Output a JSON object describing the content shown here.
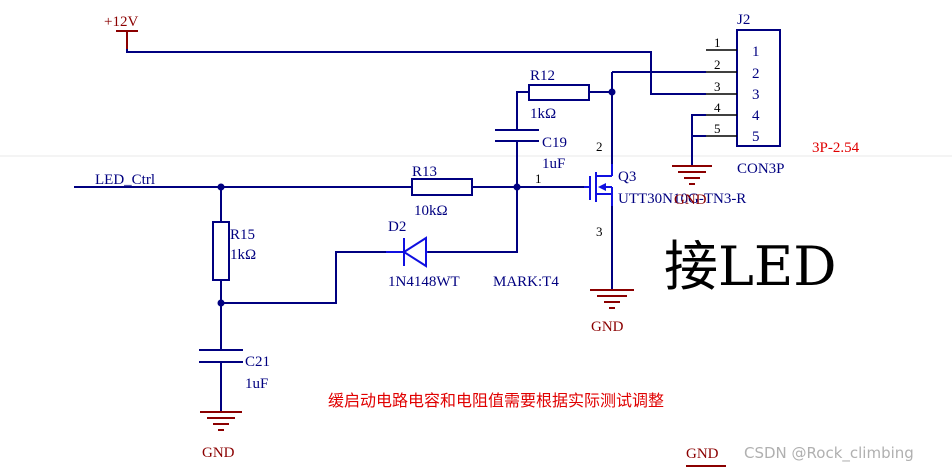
{
  "power": {
    "vcc": "+12V",
    "gnd": "GND"
  },
  "net_labels": {
    "led_ctrl": "LED_Ctrl"
  },
  "components": {
    "r12": {
      "ref": "R12",
      "value": "1kΩ"
    },
    "r13": {
      "ref": "R13",
      "value": "10kΩ"
    },
    "r15": {
      "ref": "R15",
      "value": "1kΩ"
    },
    "c19": {
      "ref": "C19",
      "value": "1uF"
    },
    "c21": {
      "ref": "C21",
      "value": "1uF"
    },
    "d2": {
      "ref": "D2",
      "value": "1N4148WT",
      "mark": "MARK:T4"
    },
    "q3": {
      "ref": "Q3",
      "value": "UTT30N10G-TN3-R",
      "pin_gate": "1",
      "pin_drain": "2",
      "pin_source": "3"
    },
    "j2": {
      "ref": "J2",
      "value": "CON3P",
      "footprint": "3P-2.54",
      "pins": [
        "1",
        "2",
        "3",
        "4",
        "5"
      ]
    }
  },
  "annotations": {
    "big_label": "接LED",
    "note": "缓启动电路电容和电阻值需要根据实际测试调整",
    "watermark": "CSDN @Rock_climbing"
  },
  "colors": {
    "wire": "#000080",
    "component_fill": "#ffffc0",
    "note": "#e00000",
    "power": "#8b0000"
  }
}
